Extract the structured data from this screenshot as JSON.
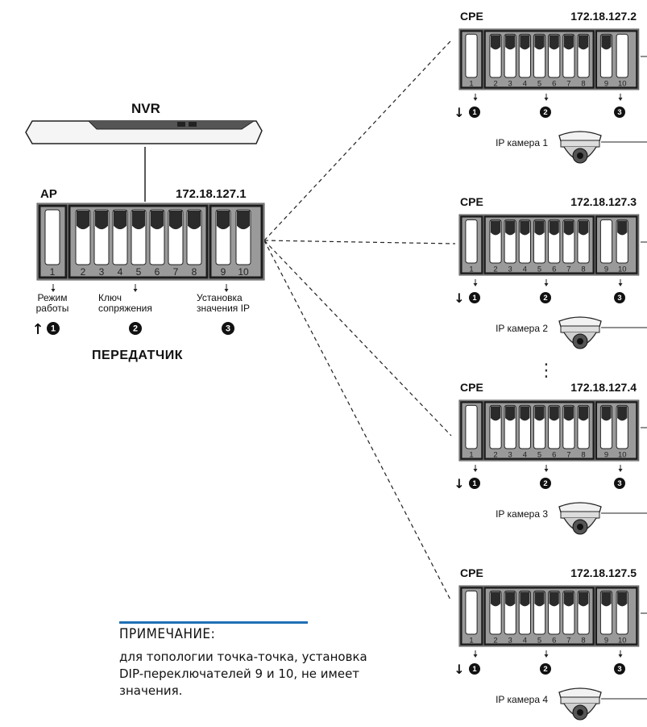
{
  "nvr": {
    "label": "NVR"
  },
  "transmitter": {
    "role": "AP",
    "ip": "172.18.127.1",
    "switch_numbers": [
      "1",
      "2",
      "3",
      "4",
      "5",
      "6",
      "7",
      "8",
      "9",
      "10"
    ],
    "group_labels": [
      {
        "text_lines": [
          "Режим",
          "работы"
        ],
        "marker": "1"
      },
      {
        "text_lines": [
          "Ключ",
          "сопряжения"
        ],
        "marker": "2"
      },
      {
        "text_lines": [
          "Установка",
          "значения IP"
        ],
        "marker": "3"
      }
    ],
    "mode_arrow": "↑",
    "caption": "ПЕРЕДАТЧИК"
  },
  "receivers": [
    {
      "role": "CPE",
      "ip": "172.18.127.2",
      "camera": "IP камера 1"
    },
    {
      "role": "CPE",
      "ip": "172.18.127.3",
      "camera": "IP камера 2"
    },
    {
      "role": "CPE",
      "ip": "172.18.127.4",
      "camera": "IP камера 3"
    },
    {
      "role": "CPE",
      "ip": "172.18.127.5",
      "camera": "IP камера 4"
    }
  ],
  "receiver_switch_numbers": [
    "1",
    "2",
    "3",
    "4",
    "5",
    "6",
    "7",
    "8",
    "9",
    "10"
  ],
  "receiver_mode_arrow": "↓",
  "markers": [
    "1",
    "2",
    "3"
  ],
  "ellipsis": "⋮",
  "note": {
    "title": "ПРИМЕЧАНИЕ:",
    "lines": [
      "для топологии точка-точка, установка",
      "DIP-переключателей 9 и 10, не имеет",
      "значения."
    ]
  },
  "colors": {
    "accent": "#1f6fb4",
    "panel": "#9a9a9a",
    "switch_dark": "#2b2b2b"
  }
}
